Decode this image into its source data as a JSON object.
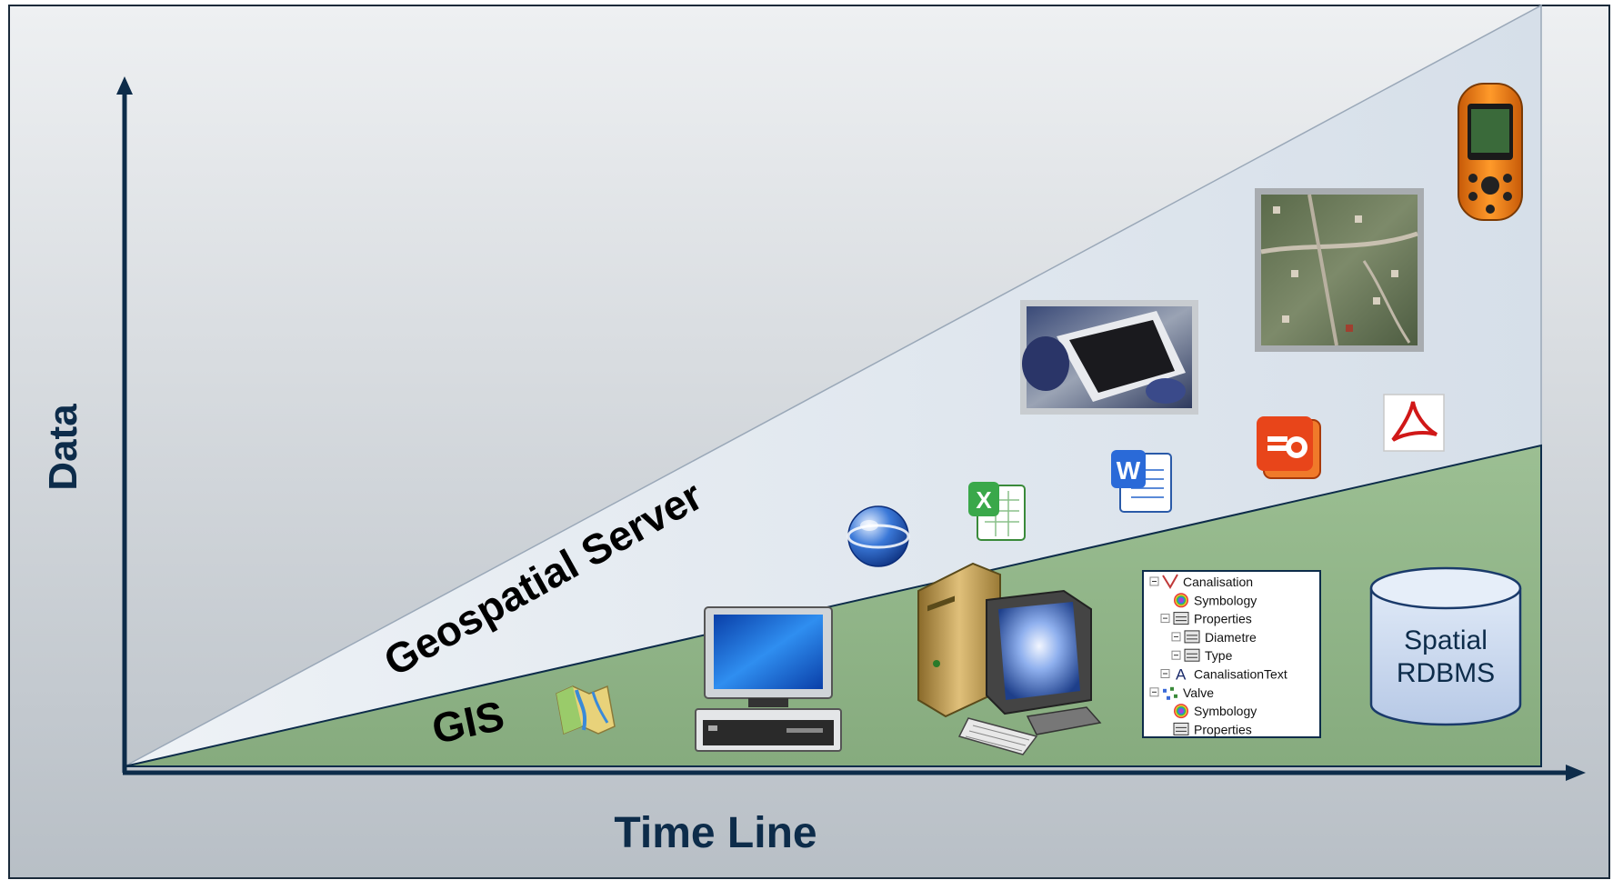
{
  "axes": {
    "y_label": "Data",
    "x_label": "Time Line"
  },
  "regions": {
    "server_label": "Geospatial Server",
    "gis_label": "GIS"
  },
  "tree": {
    "items": [
      {
        "label": "Canalisation",
        "icon": "line-layer-icon"
      },
      {
        "label": "Symbology",
        "icon": "color-wheel-icon"
      },
      {
        "label": "Properties",
        "icon": "properties-icon"
      },
      {
        "label": "Diametre",
        "icon": "table-field-icon"
      },
      {
        "label": "Type",
        "icon": "table-field-icon"
      },
      {
        "label": "CanalisationText",
        "icon": "text-label-icon"
      },
      {
        "label": "Valve",
        "icon": "point-layer-icon"
      },
      {
        "label": "Symbology",
        "icon": "color-wheel-icon"
      },
      {
        "label": "Properties",
        "icon": "properties-icon"
      }
    ]
  },
  "database": {
    "line1": "Spatial",
    "line2": "RDBMS"
  },
  "icons": [
    "map-icon",
    "desktop-computer-icon",
    "workstation-icon",
    "globe-icon",
    "excel-icon",
    "word-icon",
    "powerpoint-icon",
    "pdf-icon",
    "tablet-photo",
    "aerial-photo",
    "gps-device-icon"
  ],
  "colors": {
    "navy": "#0d2c4a",
    "gis_green": "#8fb386",
    "server_fill": "#dde5ee",
    "background_top": "#eef0f2",
    "background_bottom": "#b9c0c7"
  }
}
